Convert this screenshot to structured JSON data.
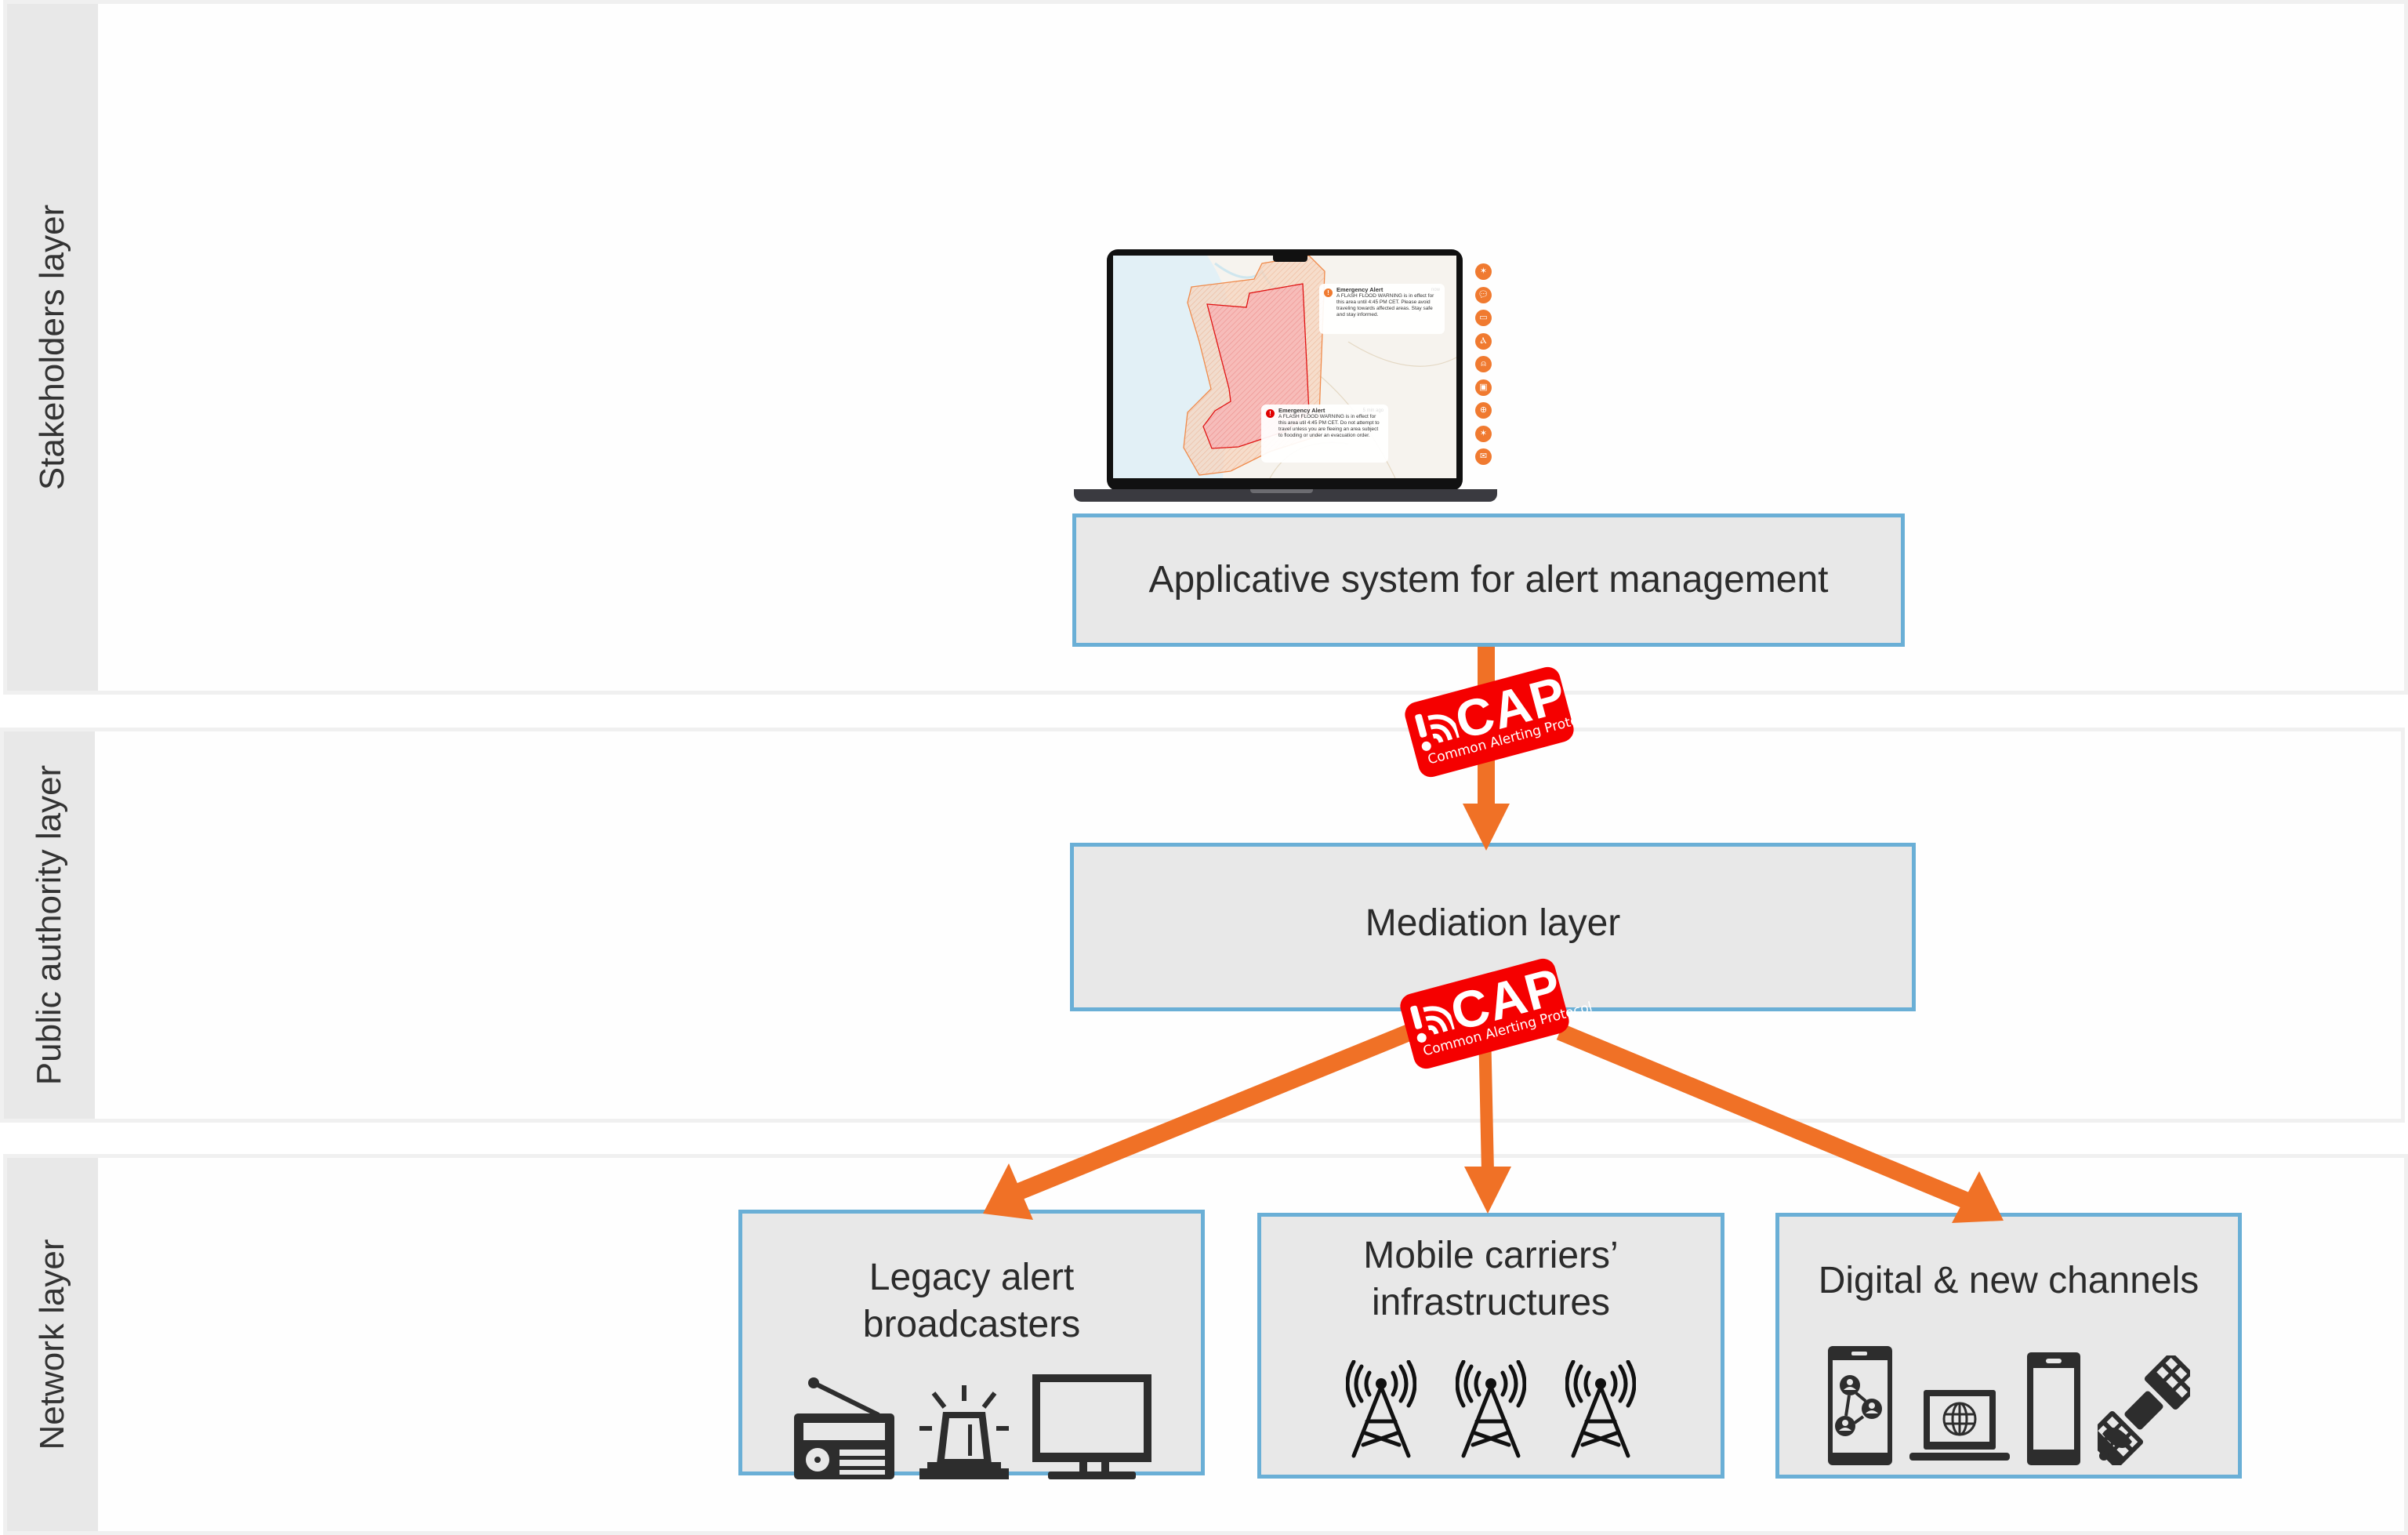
{
  "layers": [
    {
      "label": "Stakeholders layer"
    },
    {
      "label": "Public authority layer"
    },
    {
      "label": "Network layer"
    }
  ],
  "boxes": {
    "applicative": {
      "title": "Applicative system for alert management"
    },
    "mediation": {
      "title": "Mediation layer"
    },
    "legacy": {
      "title_line1": "Legacy alert",
      "title_line2": "broadcasters",
      "icons": [
        "radio-icon",
        "siren-icon",
        "tv-monitor-icon"
      ]
    },
    "mobile": {
      "title_line1": "Mobile carriers’",
      "title_line2": "infrastructures",
      "icons": [
        "cell-tower-icon",
        "cell-tower-icon",
        "cell-tower-icon"
      ]
    },
    "digital": {
      "title": "Digital & new channels",
      "icons": [
        "smartphone-social-icon",
        "laptop-globe-icon",
        "smartphone-icon",
        "satellite-icon"
      ]
    }
  },
  "cap_badge": {
    "main": "CAP",
    "sub": "Common Alerting Protocol"
  },
  "laptop": {
    "notifications": [
      {
        "title": "Emergency Alert",
        "time": "now",
        "severity_color": "#f07a30",
        "text": "A FLASH FLOOD WARNING is in effect for this area until 4:45 PM CET. Please avoid traveling towards affected areas. Stay safe and stay informed."
      },
      {
        "title": "Emergency Alert",
        "time": "5 min ago",
        "severity_color": "#e00000",
        "text": "A FLASH FLOOD WARNING is in effect for this area util 4:45 PM CET. Do not attempt to travel unless you are fleeing an area subject to flooding or under an evacuation order."
      }
    ],
    "side_icons": [
      "satellite-icon",
      "chat-icon",
      "tv-icon",
      "cell-tower-icon",
      "siren-icon",
      "kiosk-icon",
      "globe-icon",
      "satellite-icon",
      "envelope-icon"
    ]
  },
  "colors": {
    "arrow": "#f07126",
    "box_border": "#6aafd6",
    "box_fill": "#e8e8e8",
    "cap_red": "#f50000",
    "side_icon_orange": "#f07a30"
  }
}
